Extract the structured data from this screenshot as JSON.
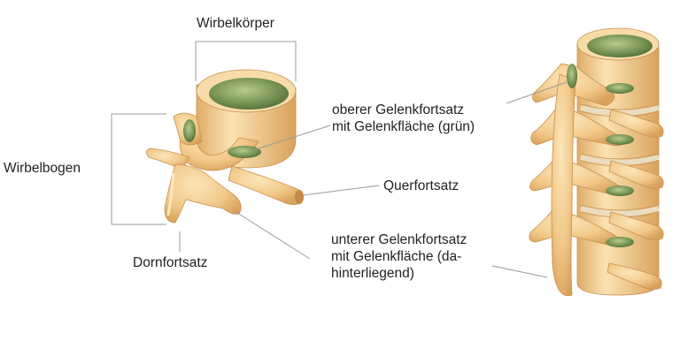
{
  "labels": {
    "body": "Wirbelkörper",
    "arch": "Wirbelbogen",
    "spinous": "Dornfortsatz",
    "upper_line1": "oberer Gelenkfortsatz",
    "upper_line2": "mit Gelenkfläche (grün)",
    "transverse": "Querfortsatz",
    "lower_line1": "unterer Gelenkfortsatz",
    "lower_line2": "mit Gelenkfläche (da-",
    "lower_line3": "hinterliegend)"
  },
  "colors": {
    "bone": "#f2c98a",
    "bone_light": "#fae3b4",
    "bone_shadow": "#d9a25c",
    "cartilage": "#7d9a5a",
    "cartilage_light": "#b5c98c",
    "leader": "#9a9a9a"
  }
}
